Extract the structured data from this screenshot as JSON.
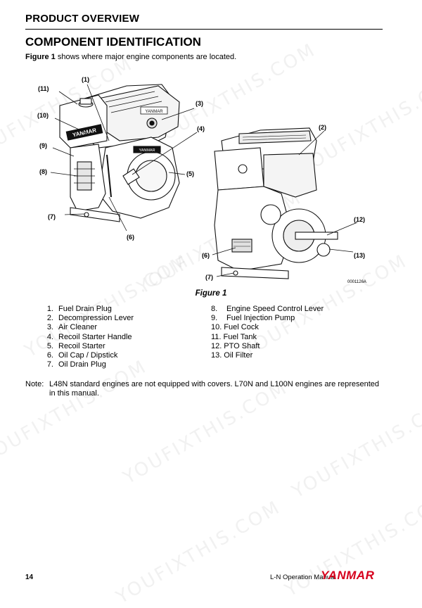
{
  "header": {
    "section": "PRODUCT OVERVIEW"
  },
  "title": "COMPONENT IDENTIFICATION",
  "intro": {
    "ref": "Figure 1",
    "text": " shows where major engine components are located."
  },
  "figure": {
    "caption": "Figure 1",
    "code": "0001126A",
    "callouts": [
      "(1)",
      "(2)",
      "(3)",
      "(4)",
      "(5)",
      "(6)",
      "(7)",
      "(8)",
      "(9)",
      "(10)",
      "(11)",
      "(12)",
      "(13)"
    ],
    "brand_plates": [
      "YANMAR",
      "YANMAR",
      "YANMAR"
    ]
  },
  "components_left": [
    {
      "num": "1.",
      "label": "Fuel Drain Plug"
    },
    {
      "num": "2.",
      "label": "Decompression Lever"
    },
    {
      "num": "3.",
      "label": "Air Cleaner"
    },
    {
      "num": "4.",
      "label": "Recoil Starter Handle"
    },
    {
      "num": "5.",
      "label": "Recoil Starter"
    },
    {
      "num": "6.",
      "label": "Oil Cap / Dipstick"
    },
    {
      "num": "7.",
      "label": "Oil Drain Plug"
    }
  ],
  "components_right": [
    {
      "num": "8.",
      "label": "Engine Speed Control Lever"
    },
    {
      "num": "9.",
      "label": "Fuel Injection Pump"
    },
    {
      "num": "10.",
      "label": "Fuel Cock"
    },
    {
      "num": "11.",
      "label": "Fuel Tank"
    },
    {
      "num": "12.",
      "label": "PTO Shaft"
    },
    {
      "num": "13.",
      "label": "Oil Filter"
    }
  ],
  "note": {
    "label": "Note:",
    "line1": "L48N standard engines are not equipped with covers. L70N and L100N engines are represented",
    "line2": "in this manual."
  },
  "watermark": "YOUFIXTHIS.COM",
  "footer": {
    "page": "14",
    "manual": "L-N Operation Manual",
    "brand": "YANMAR",
    "brand_color": "#d6001c"
  }
}
